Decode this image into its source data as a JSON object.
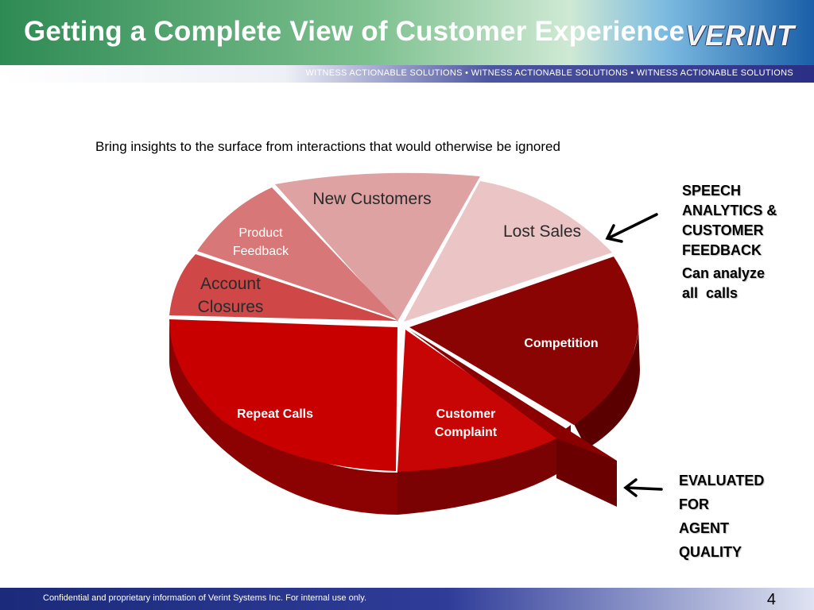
{
  "header": {
    "title": "Getting a Complete View of Customer Experience",
    "logo_text": "VERINT",
    "band_text": "WITNESS ACTIONABLE SOLUTIONS • WITNESS ACTIONABLE SOLUTIONS • WITNESS ACTIONABLE SOLUTIONS"
  },
  "subtitle": "Bring insights to the surface from interactions that would otherwise be ignored",
  "pie": {
    "slices": [
      {
        "label": "New Customers",
        "color": "#dea2a3"
      },
      {
        "label": "Lost Sales",
        "color": "#ebc4c5"
      },
      {
        "label": "Competition",
        "color": "#8a0404"
      },
      {
        "label": "Customer Complaint",
        "color": "#c80505"
      },
      {
        "label": "Repeat Calls",
        "color": "#c80000"
      },
      {
        "label": "Account Closures",
        "color": "#cf4747"
      },
      {
        "label": "Product Feedback",
        "color": "#d77777"
      }
    ]
  },
  "annotations": {
    "speech_lines": [
      "SPEECH",
      "ANALYTICS &",
      "CUSTOMER",
      "FEEDBACK"
    ],
    "analyze_lines": [
      "Can analyze",
      "all  calls"
    ],
    "evaluated_lines": [
      "EVALUATED",
      "FOR",
      "AGENT",
      "QUALITY"
    ]
  },
  "footer": {
    "text": "Confidential and proprietary information of Verint Systems Inc. For internal use only.",
    "page": "4"
  }
}
